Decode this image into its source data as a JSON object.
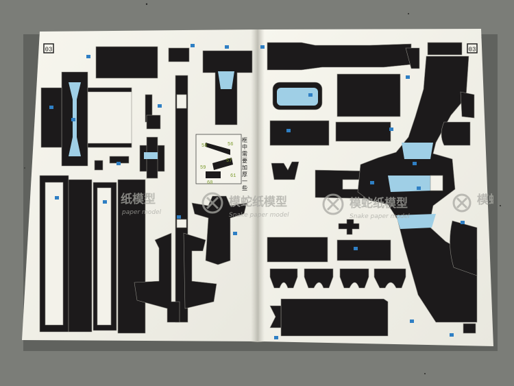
{
  "photo": {
    "colors": {
      "floor": "#7b7d78",
      "paper": "#f3f2ea",
      "ink": "#1c1a1b",
      "ice_blue": "#9fcfe6",
      "part_number_blue": "#2f7fc4",
      "watermark": "#a9a9a3"
    },
    "page_numbers": {
      "left": "03",
      "right": "03"
    },
    "note_box": {
      "text": "框中需要加厚一些",
      "numbers": [
        "58",
        "56",
        "57",
        "59",
        "60",
        "61"
      ]
    },
    "watermark": {
      "text": "模蛇纸模型",
      "subtext": "Snake paper model",
      "left_fragment": "纸模型",
      "left_subfragment": "paper model",
      "icon": "x-circle-logo-icon"
    }
  }
}
